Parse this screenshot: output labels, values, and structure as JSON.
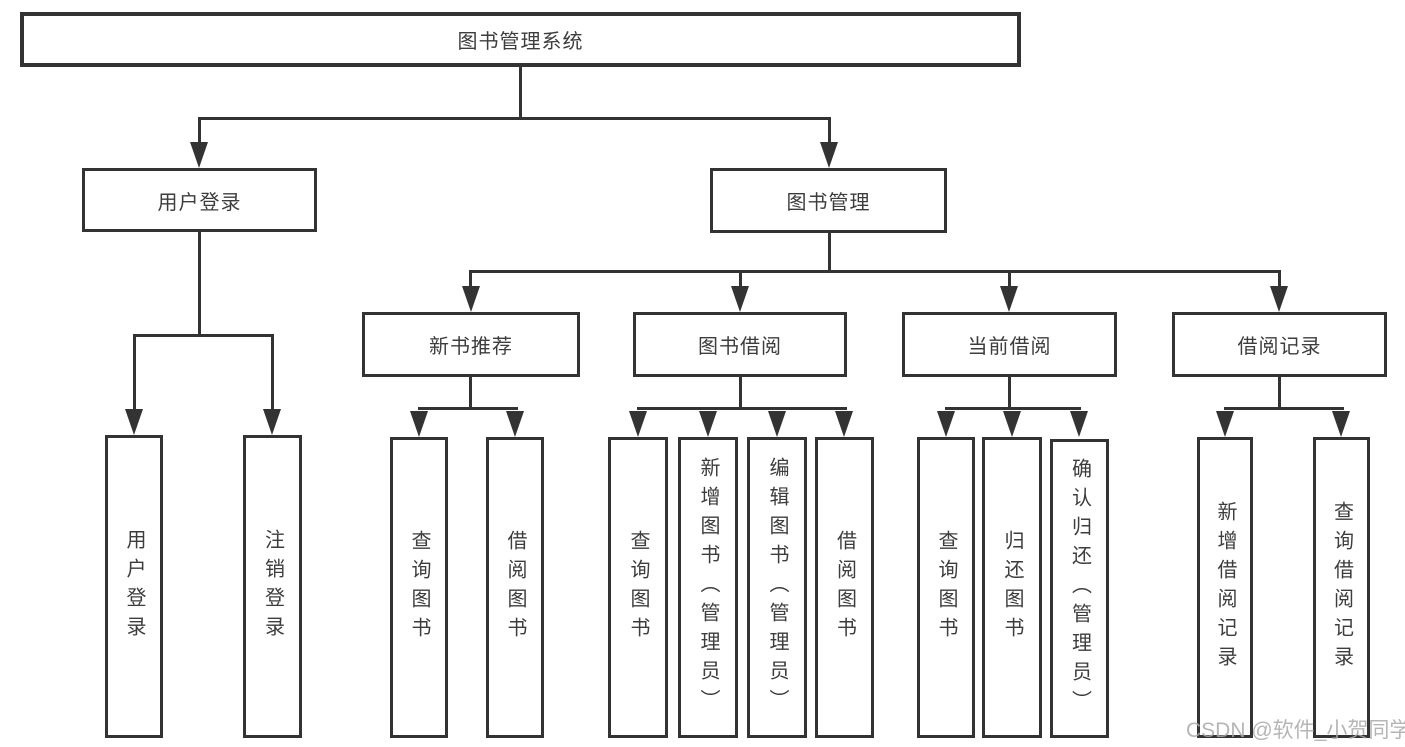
{
  "tree": {
    "root": {
      "label": "图书管理系统",
      "children": [
        {
          "label": "用户登录",
          "children": [
            {
              "label": "用户登录"
            },
            {
              "label": "注销登录"
            }
          ]
        },
        {
          "label": "图书管理",
          "children": [
            {
              "label": "新书推荐",
              "children": [
                {
                  "label": "查询图书"
                },
                {
                  "label": "借阅图书"
                }
              ]
            },
            {
              "label": "图书借阅",
              "children": [
                {
                  "label": "查询图书"
                },
                {
                  "label": "新增图书（管理员）"
                },
                {
                  "label": "编辑图书（管理员）"
                },
                {
                  "label": "借阅图书"
                }
              ]
            },
            {
              "label": "当前借阅",
              "children": [
                {
                  "label": "查询图书"
                },
                {
                  "label": "归还图书"
                },
                {
                  "label": "确认归还（管理员）"
                }
              ]
            },
            {
              "label": "借阅记录",
              "children": [
                {
                  "label": "新增借阅记录"
                },
                {
                  "label": "查询借阅记录"
                }
              ]
            }
          ]
        }
      ]
    }
  },
  "watermark": {
    "text": "CSDN @软件_小贺同学"
  },
  "colors": {
    "line": "#333333",
    "text": "#3d3d3d",
    "watermark": "#a9a9a9",
    "background": "#ffffff"
  }
}
